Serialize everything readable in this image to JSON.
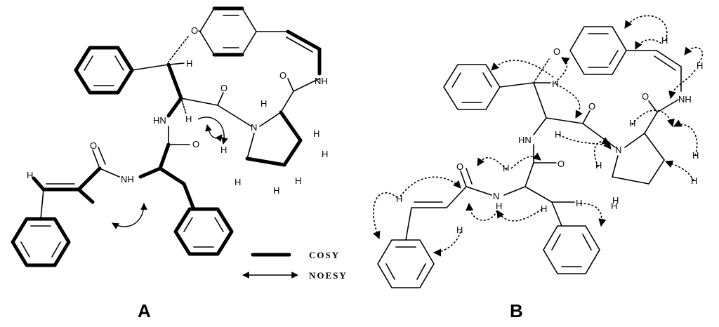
{
  "panels": {
    "a": {
      "label": "A",
      "atoms": {
        "o_ether": "O",
        "nh_macro": "NH",
        "o_carbonyl_1": "O",
        "o_carbonyl_2": "O",
        "o_carbonyl_3": "O",
        "o_carbonyl_4": "O",
        "n_pro": "N",
        "hn_1": "HN",
        "nh_2": "NH",
        "h_list": [
          "H",
          "H",
          "H",
          "H",
          "H",
          "H",
          "H",
          "H",
          "H",
          "H"
        ]
      }
    },
    "b": {
      "label": "B",
      "atoms": {
        "o_ether": "O",
        "nh_macro": "NH",
        "o_carbonyl_1": "O",
        "o_carbonyl_2": "O",
        "o_carbonyl_3": "O",
        "o_carbonyl_4": "O",
        "n_pro": "N",
        "hn_1": "HN",
        "n_amide": "N",
        "h_list": [
          "H",
          "H",
          "H",
          "H",
          "H",
          "H",
          "H",
          "H",
          "H",
          "H",
          "H",
          "H",
          "H",
          "H",
          "H",
          "H"
        ]
      }
    }
  },
  "legend": {
    "cosy": "COSY",
    "noesy": "NOESY"
  }
}
